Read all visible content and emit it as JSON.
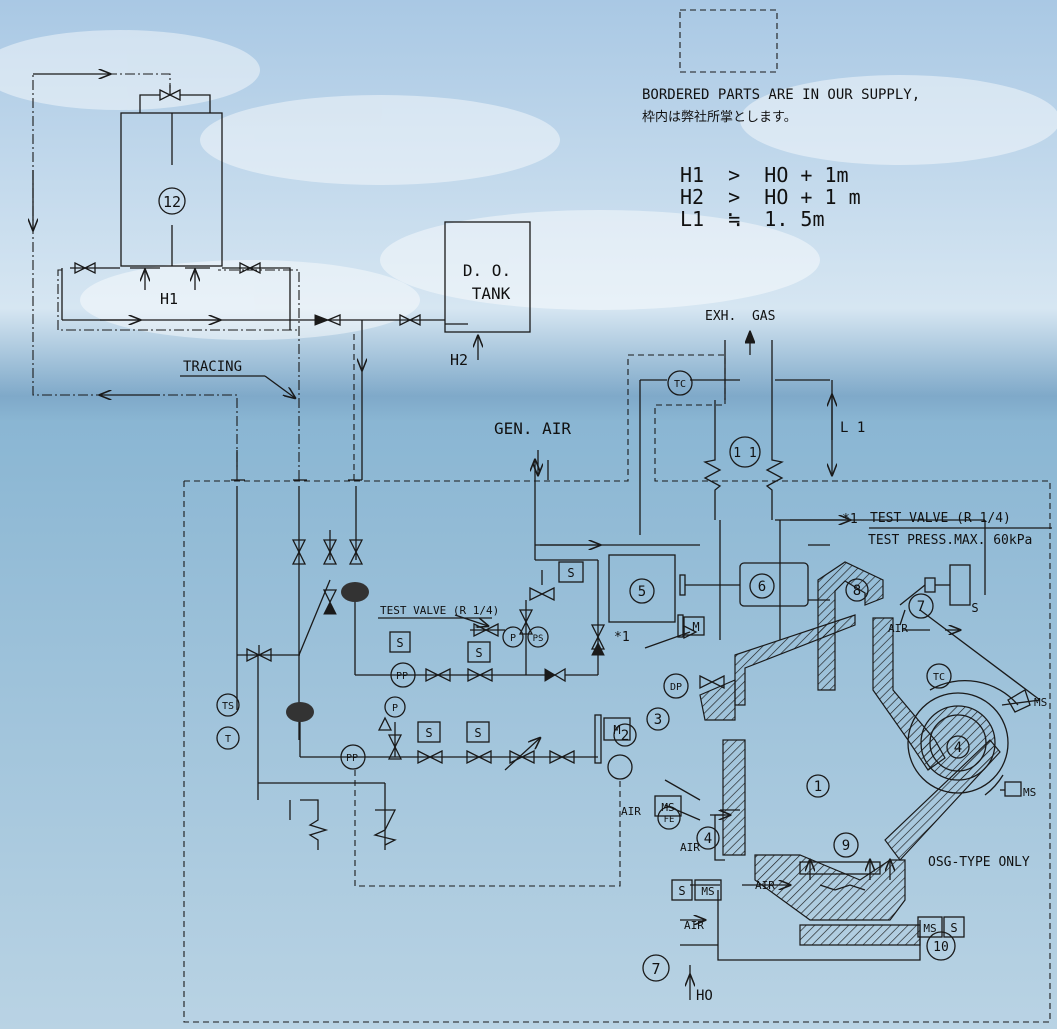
{
  "colors": {
    "sky_top": "#a9c8e4",
    "sky_mid": "#d6e6f2",
    "horizon": "#7fa9c9",
    "sea_top": "#8ab6d3",
    "sea_bottom": "#b9d3e4",
    "line": "#1a1a1a"
  },
  "legend": {
    "en": "BORDERED PARTS ARE IN OUR SUPPLY,",
    "jp": "枠内は弊社所掌とします。"
  },
  "conditions": [
    "H1  >  HO + 1m",
    "H2  >  HO + 1 m",
    "L1  ≒  1. 5m"
  ],
  "tanks": {
    "do_tank_line1": "D. O.",
    "do_tank_line2": "TANK",
    "h1": "H1",
    "h2": "H2"
  },
  "labels": {
    "tracing": "TRACING",
    "gen_air": "GEN. AIR",
    "exh_gas": "EXH.  GAS",
    "l1": "L 1",
    "ho": "HO",
    "osg": "OSG-TYPE ONLY",
    "test_valve_small": "TEST VALVE (R 1/4)",
    "test_valve_note": "TEST VALVE (R 1/4)",
    "test_press_note": "TEST PRESS.MAX. 60kPa",
    "star1": "*1",
    "star1_b": "*1",
    "air": "AIR"
  },
  "numbers": {
    "n1": "1",
    "n2": "2",
    "n3": "3",
    "n4a": "4",
    "n4b": "4",
    "n5": "5",
    "n6": "6",
    "n7a": "7",
    "n7b": "7",
    "n8": "8",
    "n9": "9",
    "n10": "10",
    "n11": "1 1",
    "n12": "12"
  },
  "instruments": {
    "tc1": "TC",
    "tc2": "TC",
    "ts": "TS",
    "t": "T",
    "p1": "P",
    "ps": "PS",
    "p2": "P",
    "pp1": "PP",
    "pp2": "PP",
    "dp": "DP",
    "fe": "FE",
    "s": "S",
    "m": "M",
    "ms": "MS"
  }
}
